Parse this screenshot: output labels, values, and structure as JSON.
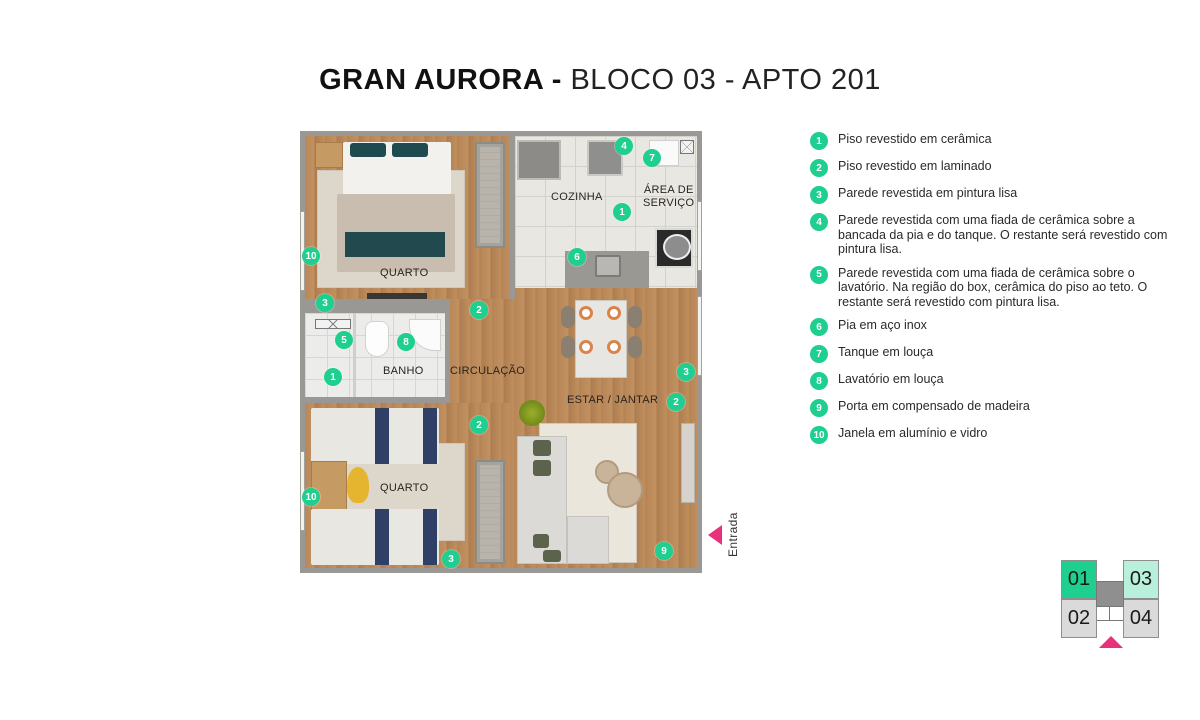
{
  "title": {
    "bold": "GRAN AURORA -",
    "light": "BLOCO 03 - APTO 201"
  },
  "colors": {
    "marker": "#1fcf8f",
    "accent_pink": "#e8317a",
    "unit_selected": "#1fcf8f",
    "unit_light_green": "#b8f0dc",
    "unit_gray": "#dadada"
  },
  "plan": {
    "rooms": {
      "quarto1": "QUARTO",
      "cozinha": "COZINHA",
      "area_servico_line1": "ÁREA DE",
      "area_servico_line2": "SERVIÇO",
      "banho": "BANHO",
      "circulacao": "CIRCULAÇÃO",
      "estar_jantar": "ESTAR / JANTAR",
      "quarto2": "QUARTO"
    },
    "markers": [
      {
        "id": "q1-window",
        "num": "10"
      },
      {
        "id": "q1-wall",
        "num": "3"
      },
      {
        "id": "circ-floor-top",
        "num": "2"
      },
      {
        "id": "kitchen-wall",
        "num": "4"
      },
      {
        "id": "service-tank",
        "num": "7"
      },
      {
        "id": "kitchen-floor",
        "num": "1"
      },
      {
        "id": "kitchen-sink",
        "num": "6"
      },
      {
        "id": "bath-wall",
        "num": "5"
      },
      {
        "id": "bath-basin",
        "num": "8"
      },
      {
        "id": "bath-floor",
        "num": "1"
      },
      {
        "id": "living-wall",
        "num": "3"
      },
      {
        "id": "living-floor",
        "num": "2"
      },
      {
        "id": "circ-floor-bottom",
        "num": "2"
      },
      {
        "id": "q2-window",
        "num": "10"
      },
      {
        "id": "q2-wall",
        "num": "3"
      },
      {
        "id": "entry-door",
        "num": "9"
      }
    ],
    "entry_label": "Entrada"
  },
  "legend": [
    {
      "num": "1",
      "text": "Piso revestido em cerâmica"
    },
    {
      "num": "2",
      "text": "Piso revestido em laminado"
    },
    {
      "num": "3",
      "text": "Parede revestida em pintura lisa"
    },
    {
      "num": "4",
      "text": "Parede revestida com uma fiada de cerâmica sobre a bancada da pia e do tanque. O restante será revestido com pintura lisa."
    },
    {
      "num": "5",
      "text": "Parede revestida com uma fiada de cerâmica sobre o lavatório. Na região do box, cerâmica do piso ao teto. O restante será revestido com pintura lisa."
    },
    {
      "num": "6",
      "text": "Pia em aço inox"
    },
    {
      "num": "7",
      "text": "Tanque em louça"
    },
    {
      "num": "8",
      "text": "Lavatório em louça"
    },
    {
      "num": "9",
      "text": "Porta em compensado de madeira"
    },
    {
      "num": "10",
      "text": "Janela em alumínio e vidro"
    }
  ],
  "unit_key": {
    "units": [
      {
        "label": "01",
        "state": "selected"
      },
      {
        "label": "02",
        "state": "other"
      },
      {
        "label": "03",
        "state": "other-green"
      },
      {
        "label": "04",
        "state": "other"
      }
    ]
  }
}
